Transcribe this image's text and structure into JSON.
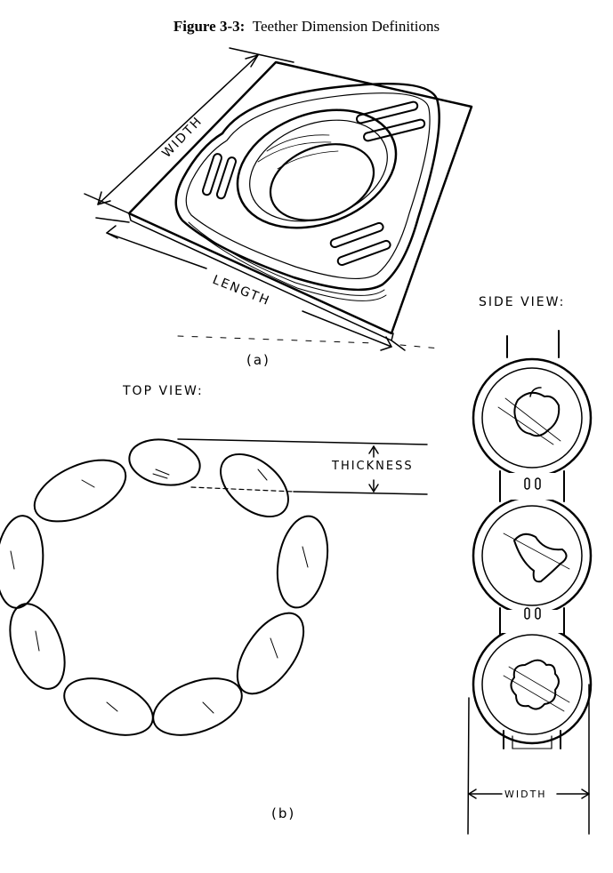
{
  "figure": {
    "title_prefix": "Figure 3-3:",
    "title_text": "Teether Dimension Definitions"
  },
  "panel_a": {
    "label": "(a)",
    "width_label": "WIDTH",
    "length_label": "LENGTH"
  },
  "panel_b": {
    "label": "(b)",
    "top_view_label": "TOP VIEW:",
    "side_view_label": "SIDE VIEW:",
    "thickness_label": "THICKNESS",
    "width_label": "WIDTH"
  }
}
